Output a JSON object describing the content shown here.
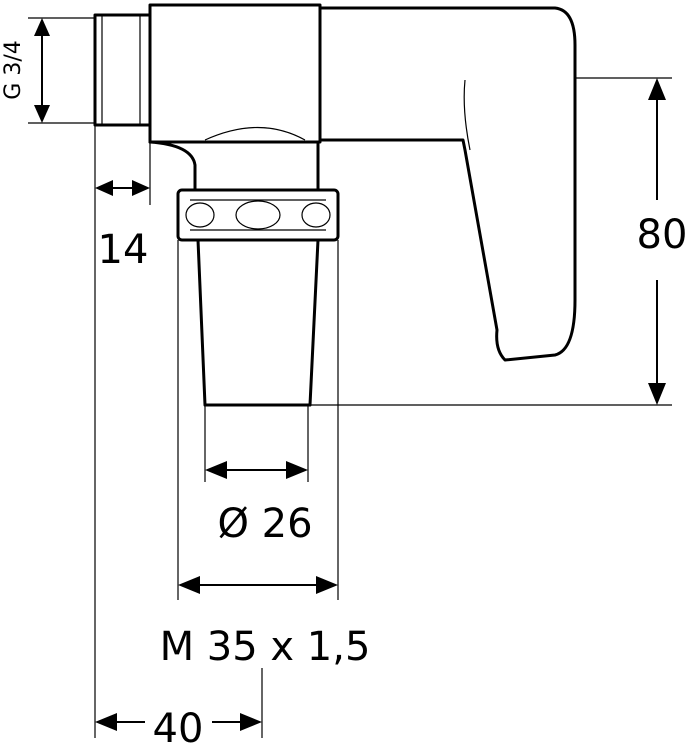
{
  "title": "Valve dimension drawing",
  "dimensions": {
    "thread": "G 3/4",
    "nipple_length": "14",
    "height": "80",
    "inner_diameter": "Ø 26",
    "nut_thread": "M 35 x 1,5",
    "offset": "40"
  }
}
